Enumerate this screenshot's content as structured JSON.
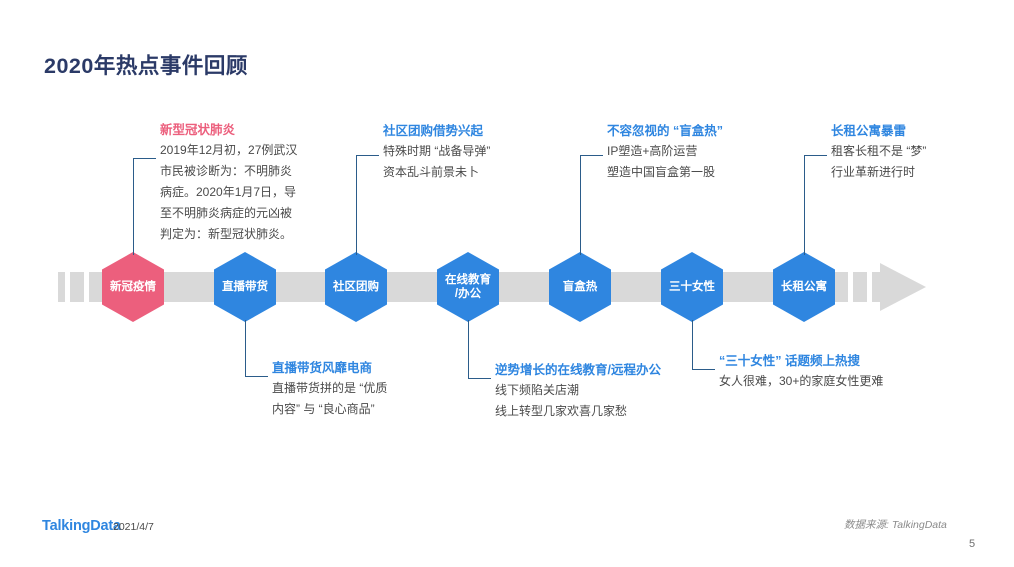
{
  "title": "2020年热点事件回顾",
  "colors": {
    "title": "#2b3a67",
    "accent_blue": "#2f86e0",
    "accent_pink": "#ec5f7d",
    "bar_gray": "#d9d9d9",
    "connector": "#2b5c8a"
  },
  "timeline": {
    "nodes": [
      {
        "label": "新冠疫情",
        "color": "#ec5f7d"
      },
      {
        "label": "直播带货",
        "color": "#2f86e0"
      },
      {
        "label": "社区团购",
        "color": "#2f86e0"
      },
      {
        "label": "在线教育\n/办公",
        "color": "#2f86e0"
      },
      {
        "label": "盲盒热",
        "color": "#2f86e0"
      },
      {
        "label": "三十女性",
        "color": "#2f86e0"
      },
      {
        "label": "长租公寓",
        "color": "#2f86e0"
      }
    ]
  },
  "annotations_top": [
    {
      "heading": "新型冠状肺炎",
      "lines": [
        "2019年12月初，27例武汉",
        "市民被诊断为：不明肺炎",
        "病症。2020年1月7日，导",
        "至不明肺炎病症的元凶被",
        "判定为：新型冠状肺炎。"
      ]
    },
    {
      "heading": "社区团购借势兴起",
      "lines": [
        "特殊时期 “战备导弹”",
        "资本乱斗前景未卜"
      ]
    },
    {
      "heading": "不容忽视的 “盲盒热”",
      "lines": [
        "IP塑造+高阶运营",
        "塑造中国盲盒第一股"
      ]
    },
    {
      "heading": "长租公寓暴雷",
      "lines": [
        "租客长租不是 “梦”",
        "行业革新进行时"
      ]
    }
  ],
  "annotations_bottom": [
    {
      "heading": "直播带货风靡电商",
      "lines": [
        "直播带货拼的是 “优质",
        "内容” 与 “良心商品”"
      ]
    },
    {
      "heading": "逆势增长的在线教育/远程办公",
      "lines": [
        "线下频陷关店潮",
        "线上转型几家欢喜几家愁"
      ]
    },
    {
      "heading": "“三十女性” 话题频上热搜",
      "lines": [
        "女人很难，30+的家庭女性更难"
      ]
    }
  ],
  "footer": {
    "logo": "TalkingData",
    "date": "2021/4/7",
    "source": "数据来源: TalkingData",
    "page_number": "5"
  }
}
